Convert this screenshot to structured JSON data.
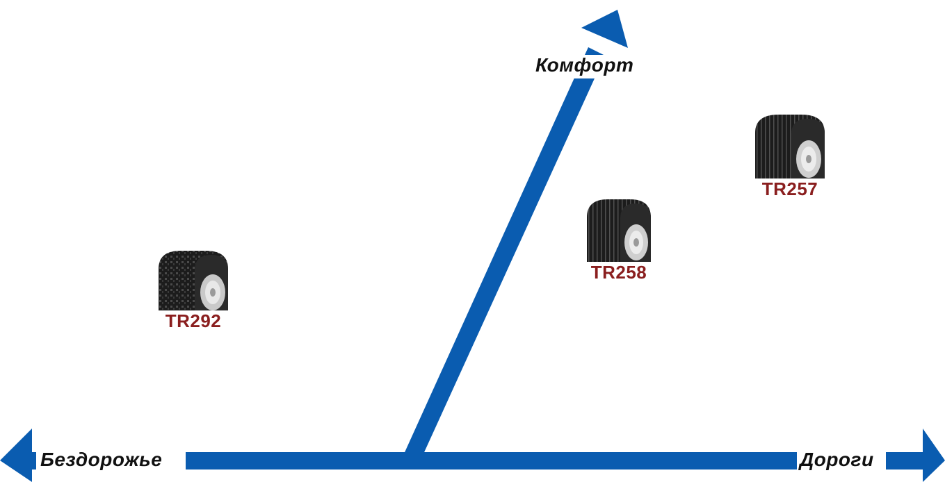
{
  "axes": {
    "up_label": "Комфорт",
    "left_label": "Бездорожье",
    "right_label": "Дороги",
    "color": "#0a5cb0"
  },
  "tires": [
    {
      "id": "tr292",
      "label": "TR292",
      "tread": "all-terrain"
    },
    {
      "id": "tr258",
      "label": "TR258",
      "tread": "highway"
    },
    {
      "id": "tr257",
      "label": "TR257",
      "tread": "highway"
    }
  ],
  "colors": {
    "label": "#8a1e1e",
    "tire_rubber": "#1c1c1c",
    "rim": "#d8d8d8"
  }
}
